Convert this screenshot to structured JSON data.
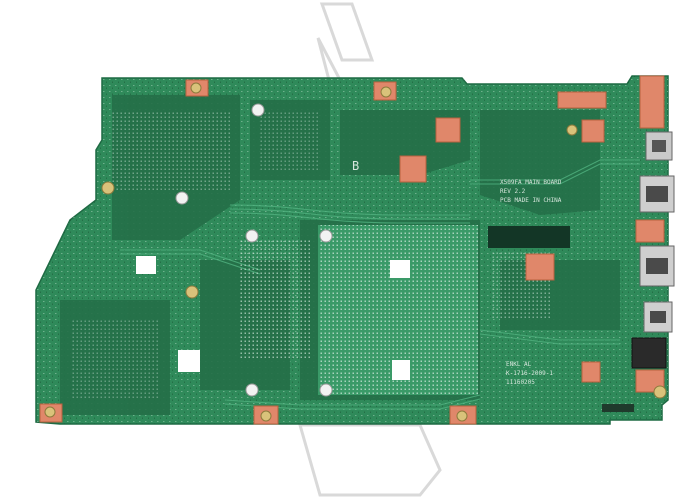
{
  "photo": {
    "subject": "laptop motherboard",
    "background_color": "#ffffff",
    "board_color": "#2f8a5a",
    "pad_color": "#e0876a",
    "silkscreen_color": "#d6e6dc"
  },
  "silkscreen": {
    "board_name": "X509FA MAIN BOARD",
    "revision": "REV 2.2",
    "pcb_made_in": "PCB MADE IN CHINA",
    "letter_b": "B",
    "lot_line_1": "ENKL AL",
    "lot_line_2": "K-1716-2009-1",
    "lot_line_3": "11160205"
  }
}
